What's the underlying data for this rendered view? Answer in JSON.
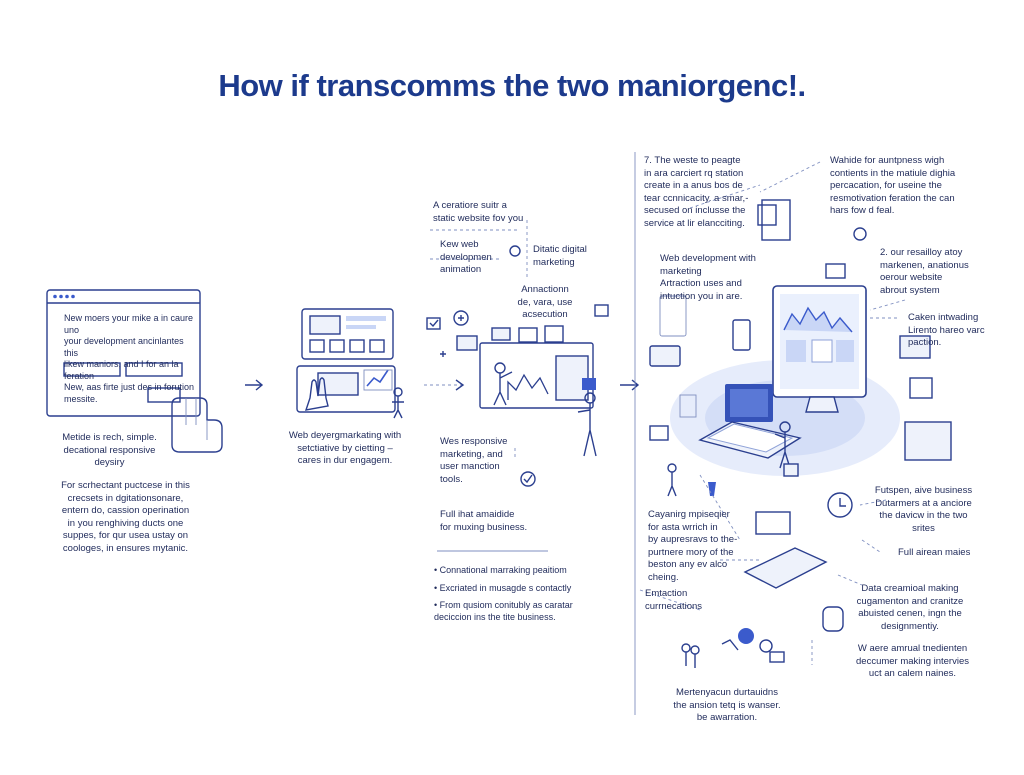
{
  "title": "How if transcomms the two maniorgenc!.",
  "col1": {
    "browser_text": "New moers your mike a in caure uno\nyour development ancinlantes this\nlikew maniors, and I for an la feration\nNew, aas firte just des in forution\nmessite.",
    "caption": "Metide is rech, simple.\ndecational responsive\ndeysiry",
    "paragraph": "For scrhectant puctcese in this\ncrecsets in dgitationsonare,\nentern do, cassion operination\nin you renghiving ducts one\nsuppes, for qur usea ustay on\ncoologes, in ensures mytanic."
  },
  "col2": {
    "caption": "Web deyergmarkating with\nsetctiative by cietting –\ncares in dur engagem."
  },
  "col3": {
    "top1": "A ceratiore suitr a\nstatic website fov you",
    "top2": "Kew web\ndevelopmen\nanimation",
    "top3": "Ditatic digital\nmarketing",
    "top4": "Annactionn\nde, vara, use\nacsecution",
    "mid": "Wes responsive\nmarketing, and\nuser manction\ntools.",
    "full": "Full ihat amaidide\nfor muxing business.",
    "bullets": [
      "Connational marraking peaitiom",
      "Excriated in musagde s contactly",
      "From qusiom conitubly as caratar\ndeciccion ins the tite business."
    ]
  },
  "col4": {
    "l1": "7. The weste to peagte\nin ara carciert rq station\ncreate in a anus bos de\ntear ccnnicacity. a smar,-\nsecused on inclusse the\nservice at lir elancciting.",
    "l2": "Web development with\nmarketing\nArtraction uses and\nintuction you in are.",
    "l3": "Cayanirg mpiseqier\nfor asta wrrich in\nby aupresravs to the-\npurtnere mory of the\nbeston any ev alco\ncheing.",
    "l4": "Emtaction\ncurrnecations",
    "l5": "Mertenyacun durtauidns\nthe ansion tetq is wanser.\nbe awarration.",
    "r1": "Wahide for auntpness wigh\ncontients in the matiule dighia\npercacation, for useine the\nresmotivation feration the can\nhars fow d feal.",
    "r2": "2. our resailloy atoy\nmarkenen, anationus\noerour website\nabrout system",
    "r3": "Caken intwading\nLirento hareo varc\npaction.",
    "r4": "Futspen, aive business\nDutarmers at a anciore\nthe davicw in the two\nsrites",
    "r5": "Full airean maies",
    "r6": "Data creamioal making\ncugamenton and cranitze\nabuisted cenen, ingn the\ndesignmentiy.",
    "r7": "W aere amrual tnedienten\ndeccumer making intervies\nuct an calem naines."
  }
}
